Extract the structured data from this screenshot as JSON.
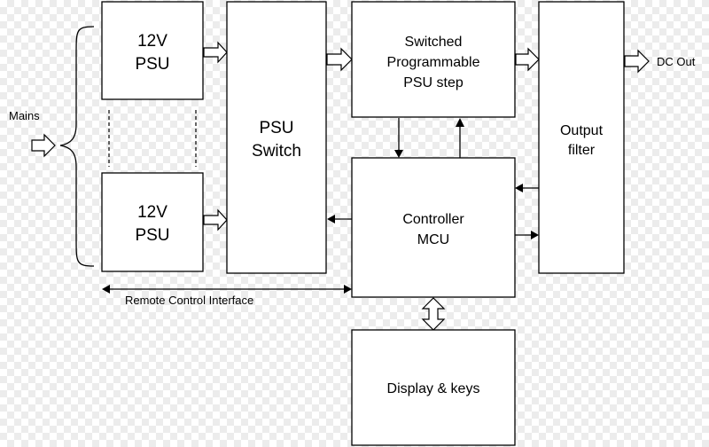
{
  "blocks": {
    "psu_top": {
      "line1": "12V",
      "line2": "PSU"
    },
    "psu_bottom": {
      "line1": "12V",
      "line2": "PSU"
    },
    "psu_switch": {
      "line1": "PSU",
      "line2": "Switch"
    },
    "switched_psu": {
      "line1": "Switched",
      "line2": "Programmable",
      "line3": "PSU step"
    },
    "output_filter": {
      "line1": "Output",
      "line2": "filter"
    },
    "controller": {
      "line1": "Controller",
      "line2": "MCU"
    },
    "display": {
      "label": "Display & keys"
    }
  },
  "labels": {
    "mains": "Mains",
    "dc_out": "DC Out",
    "remote": "Remote Control Interface"
  }
}
